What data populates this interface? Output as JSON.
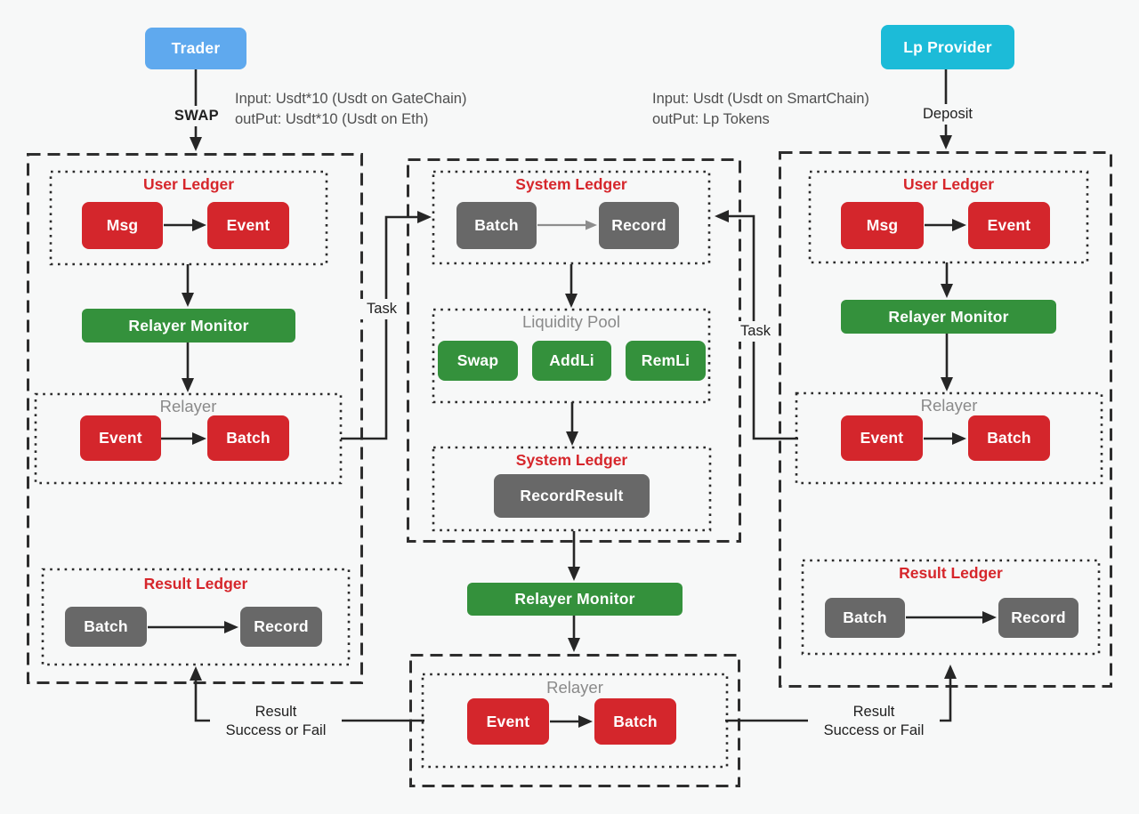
{
  "colors": {
    "node_red": "#d4262c",
    "node_green": "#34913c",
    "node_gray": "#686868",
    "trader_blue": "#5fa9ee",
    "lp_provider_cyan": "#1cbbd8",
    "title_red": "#d6262b",
    "title_gray": "#8a8a8a",
    "line_dark": "#262626"
  },
  "actors": {
    "trader": "Trader",
    "lp_provider": "Lp Provider"
  },
  "annotations": {
    "swap": "SWAP",
    "deposit": "Deposit",
    "trader_io_line1": "Input: Usdt*10 (Usdt on GateChain)",
    "trader_io_line2": "outPut: Usdt*10 (Usdt on Eth)",
    "lp_io_line1": "Input: Usdt (Usdt on SmartChain)",
    "lp_io_line2": "outPut: Lp Tokens",
    "task_left": "Task",
    "task_right": "Task",
    "result_left_line1": "Result",
    "result_left_line2": "Success or Fail",
    "result_right_line1": "Result",
    "result_right_line2": "Success or Fail"
  },
  "left_column": {
    "user_ledger": {
      "title": "User Ledger",
      "msg": "Msg",
      "event": "Event"
    },
    "relayer_monitor": "Relayer Monitor",
    "relayer": {
      "title": "Relayer",
      "event": "Event",
      "batch": "Batch"
    },
    "result_ledger": {
      "title": "Result Ledger",
      "batch": "Batch",
      "record": "Record"
    }
  },
  "middle_column": {
    "system_ledger_top": {
      "title": "System Ledger",
      "batch": "Batch",
      "record": "Record"
    },
    "liquidity_pool": {
      "title": "Liquidity Pool",
      "swap": "Swap",
      "addli": "AddLi",
      "remli": "RemLi"
    },
    "system_ledger_bottom": {
      "title": "System Ledger",
      "record_result": "RecordResult"
    },
    "relayer_monitor": "Relayer Monitor",
    "relayer": {
      "title": "Relayer",
      "event": "Event",
      "batch": "Batch"
    }
  },
  "right_column": {
    "user_ledger": {
      "title": "User Ledger",
      "msg": "Msg",
      "event": "Event"
    },
    "relayer_monitor": "Relayer Monitor",
    "relayer": {
      "title": "Relayer",
      "event": "Event",
      "batch": "Batch"
    },
    "result_ledger": {
      "title": "Result Ledger",
      "batch": "Batch",
      "record": "Record"
    }
  }
}
